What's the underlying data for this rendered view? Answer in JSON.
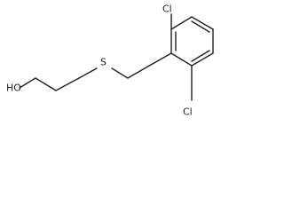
{
  "molecule": {
    "atoms": {
      "hydroxyl": "HO",
      "sulfur": "S",
      "chlorine_top": "Cl",
      "chlorine_bottom": "Cl"
    }
  }
}
